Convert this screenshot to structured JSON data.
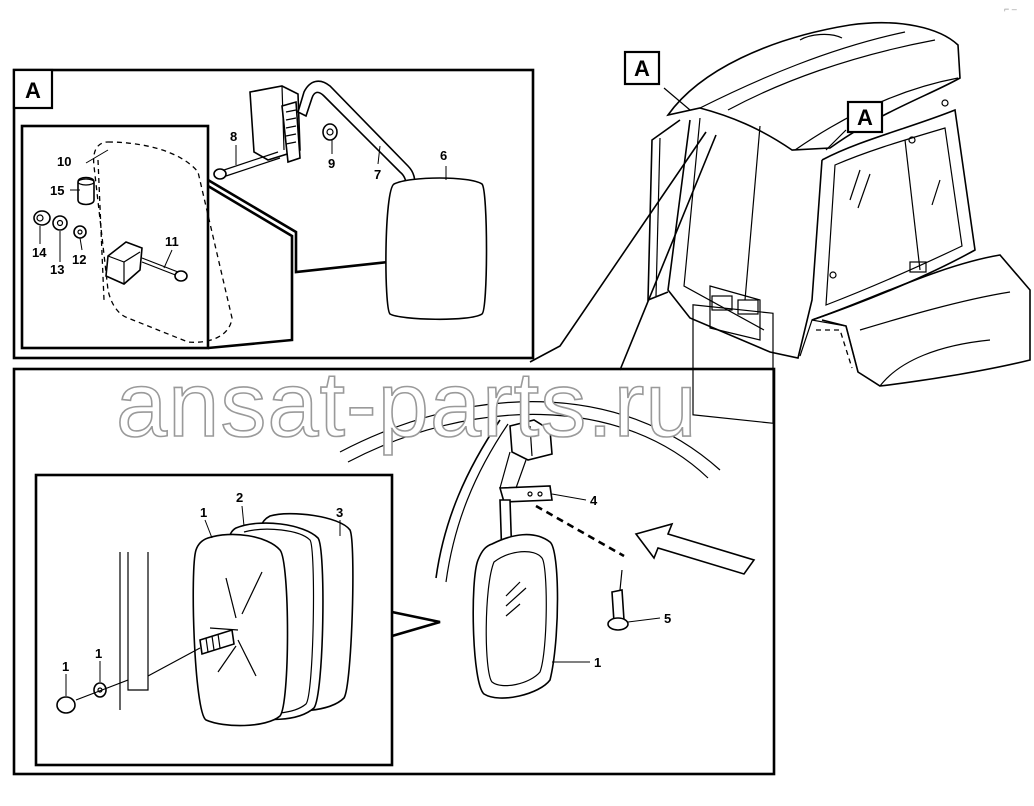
{
  "detail_tags": {
    "inset": "A",
    "cab_left": "A",
    "cab_right": "A"
  },
  "watermark": "ansat-parts.ru",
  "parts": {
    "p1_mirror": "1",
    "p1_glass": "1",
    "p1_cap": "1",
    "p1_washer": "1",
    "p2": "2",
    "p3": "3",
    "p4": "4",
    "p5": "5",
    "p6": "6",
    "p7": "7",
    "p8": "8",
    "p9": "9",
    "p10": "10",
    "p11": "11",
    "p12": "12",
    "p13": "13",
    "p14": "14",
    "p15": "15"
  },
  "corner_mark": "⌐ –"
}
